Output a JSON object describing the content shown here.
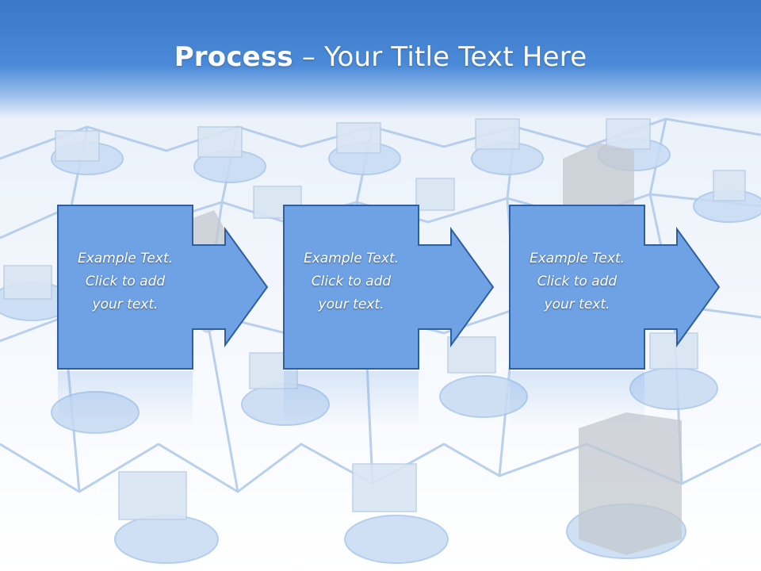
{
  "slide": {
    "title_bold": "Process",
    "title_rest": " – Your Title Text Here"
  },
  "steps": [
    {
      "lines": [
        "Example Text.",
        "Click  to add",
        "your text."
      ]
    },
    {
      "lines": [
        "Example Text.",
        "Click  to add",
        "your text."
      ]
    },
    {
      "lines": [
        "Example Text.",
        "Click  to add",
        "your text."
      ]
    }
  ],
  "colors": {
    "header": "#3c78c8",
    "box_fill": "#6fa2e4",
    "box_stroke": "#2f5f9e",
    "background_network": "#cfe0f5"
  }
}
